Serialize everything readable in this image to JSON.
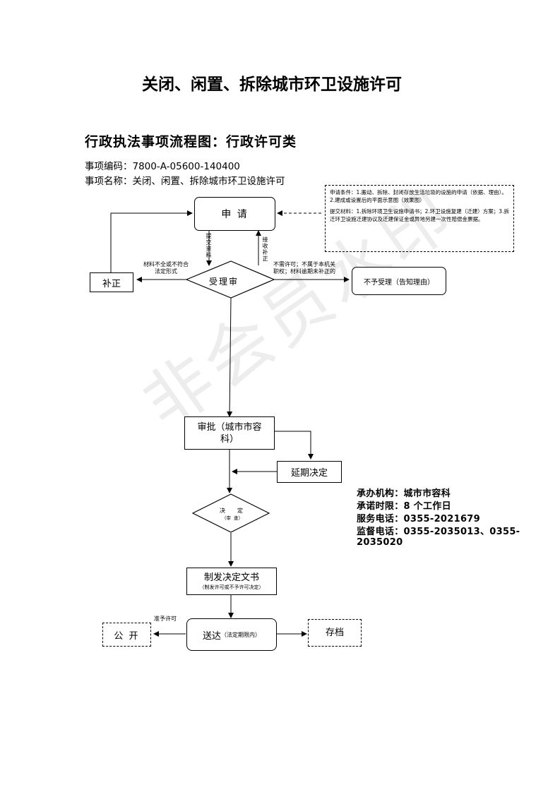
{
  "page": {
    "title": "关闭、闲置、拆除城市环卫设施许可",
    "subtitle": "行政执法事项流程图：行政许可类",
    "item_code": "事项编码：7800-A-05600-140400",
    "item_name": "事项名称：关闭、闲置、拆除城市环卫设施许可",
    "watermark": "非会员水印"
  },
  "nodes": {
    "apply": "申 请",
    "accept_review": "受理审",
    "supplement": "补正",
    "reject": "不予受理（告知理由）",
    "approve_line1": "审批（城市市容",
    "approve_line2": "科）",
    "extend": "延期决定",
    "decide_a": "决",
    "decide_b": "定",
    "decide_c": "（审",
    "decide_d": "查）",
    "issue_doc": "制发决定文书",
    "issue_doc_sub": "（制发许可或不予许可决定）",
    "deliver": "送达",
    "deliver_sub": "（法定期限内）",
    "publish": "公 开",
    "archive": "存档"
  },
  "labels": {
    "submit_materials": "提交资料",
    "accept_supplement": "接收补正",
    "incomplete_line1": "材料不全或不符合",
    "incomplete_line2": "法定形式",
    "not_required_line1": "不需许可；不属于本机关",
    "not_required_line2": "职权；材料逾期未补正的",
    "grant_permit": "准予许可"
  },
  "note": {
    "conditions": "申请条件：1.搬动、拆除、封闭存放生活垃圾的设施的申请（依据、理由）。2.建成或设置后的平面示意图（效果图）",
    "materials": "提交材料：1.拆除环境卫生设施申请书；2.环卫设施复建（迁建）方案；3.拆迁环卫设施迁建协议及迁建保证金或异地另建一次性赔偿金票据。"
  },
  "info": {
    "agency": "承办机构：城市市容科",
    "deadline": "承诺时限：8 个工作日",
    "service_phone": "服务电话：0355-2021679",
    "supervision_phone": "监督电话：0355-2035013、0355-2035020"
  }
}
